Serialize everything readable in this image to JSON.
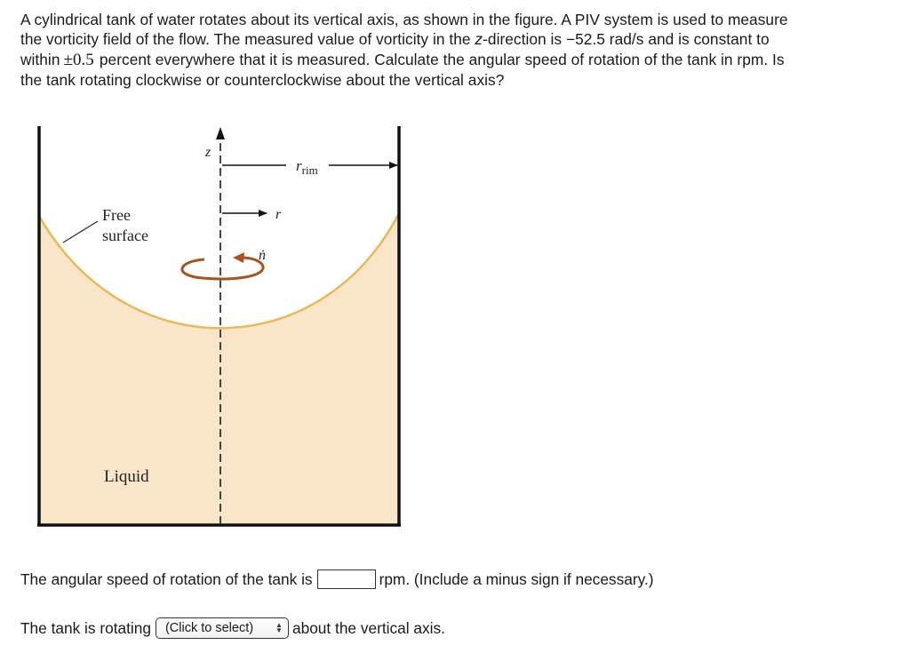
{
  "question": {
    "line1": "A cylindrical tank of water rotates about its vertical axis, as shown in the figure. A PIV system is used to measure",
    "line2_part1": "the vorticity field of the flow. The measured value of vorticity in the ",
    "line2_italic": "z",
    "line2_part2": "-direction is −52.5 rad/s and is constant to",
    "line3_part1": "within",
    "line3_math": "±0.5",
    "line3_part2": "percent everywhere that it is measured. Calculate the angular speed of rotation of the tank in rpm. Is",
    "line4": "the tank rotating clockwise or counterclockwise about the vertical axis?"
  },
  "figure": {
    "labels": {
      "z_axis": "z",
      "r_rim": "r",
      "r_rim_sub": "rim",
      "r": "r",
      "n_dot": "ṅ",
      "free_surface_line1": "Free",
      "free_surface_line2": "surface",
      "liquid": "Liquid"
    },
    "colors": {
      "liquid_fill": "#f9e6c9",
      "surface_curve": "#e9b85a",
      "rotation_arrow": "#a9531e",
      "walls": "#111111",
      "axis": "#333333"
    },
    "values": {
      "vorticity_z": "-52.5 rad/s",
      "tolerance": "±0.5 percent"
    }
  },
  "answer1": {
    "prefix": "The angular speed of rotation of the tank is",
    "value": "",
    "suffix": "rpm. (Include a minus sign if necessary.)"
  },
  "answer2": {
    "prefix": "The tank is rotating",
    "select_value": "(Click to select)",
    "suffix": "about the vertical axis."
  }
}
